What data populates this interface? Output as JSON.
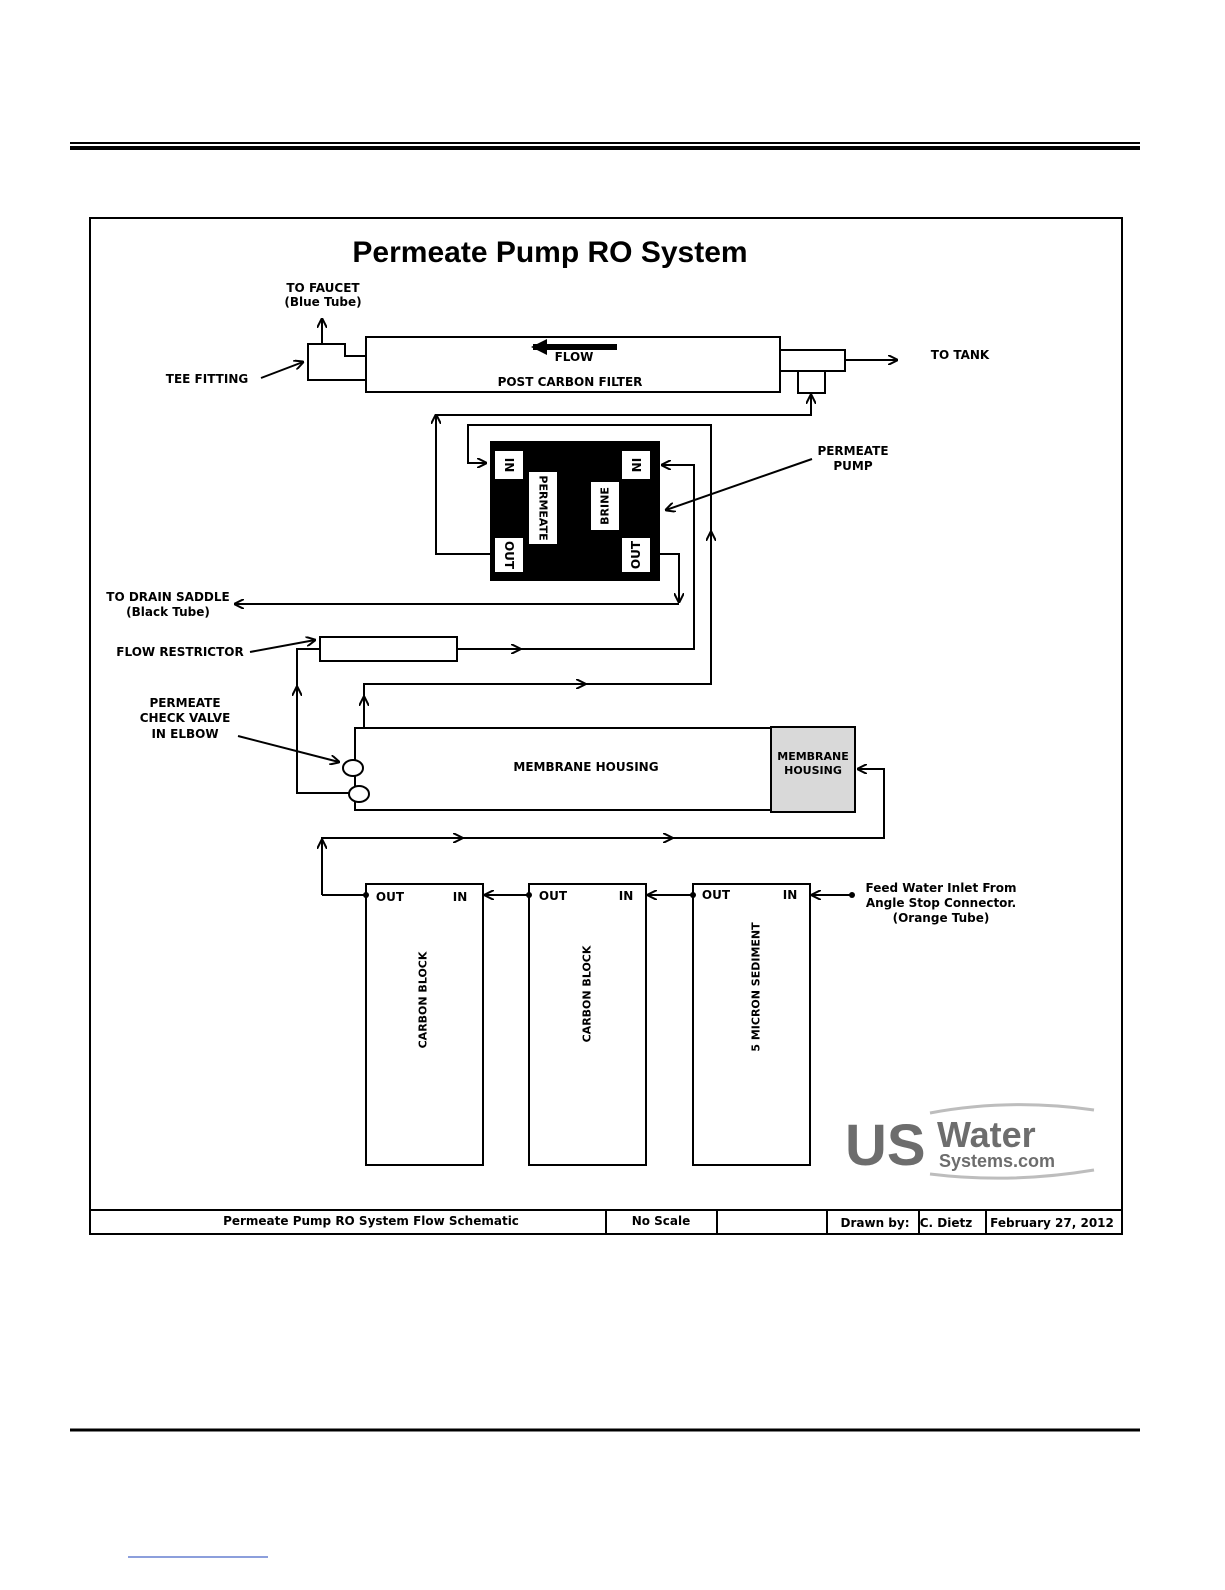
{
  "diagram": {
    "title": "Permeate Pump RO System",
    "labels": {
      "to_faucet": "TO  FAUCET",
      "to_faucet_sub": "(Blue Tube)",
      "tee_fitting": "TEE FITTING",
      "flow": "FLOW",
      "post_carbon_filter": "POST CARBON FILTER",
      "to_tank": "TO TANK",
      "permeate_pump_1": "PERMEATE",
      "permeate_pump_2": "PUMP",
      "pump_in_left": "IN",
      "pump_in_right": "IN",
      "pump_out_left": "OUT",
      "pump_out_right": "OUT",
      "pump_permeate": "PERMEATE",
      "pump_brine": "BRINE",
      "to_drain_1": "TO DRAIN SADDLE",
      "to_drain_2": "(Black Tube)",
      "flow_restrictor": "FLOW RESTRICTOR",
      "check_valve_1": "PERMEATE",
      "check_valve_2": "CHECK VALVE",
      "check_valve_3": "IN ELBOW",
      "membrane_housing": "MEMBRANE HOUSING",
      "membrane_cap_1": "MEMBRANE",
      "membrane_cap_2": "HOUSING",
      "filter1_out": "OUT",
      "filter1_in": "IN",
      "filter1_name": "CARBON BLOCK",
      "filter2_out": "OUT",
      "filter2_in": "IN",
      "filter2_name": "CARBON BLOCK",
      "filter3_out": "OUT",
      "filter3_in": "IN",
      "filter3_name": "5 MICRON SEDIMENT",
      "feed_1": "Feed Water Inlet From",
      "feed_2": "Angle Stop Connector.",
      "feed_3": "(Orange Tube)"
    },
    "logo": {
      "us": "US",
      "water": "Water",
      "systems": "Systems.com"
    },
    "title_block": {
      "name": "Permeate Pump RO System Flow Schematic",
      "scale": "No Scale",
      "blank": "",
      "drawn_by_label": "Drawn by:",
      "drawn_by": "C. Dietz",
      "date": "February 27, 2012"
    }
  },
  "colors": {
    "ink": "#000000",
    "membrane_cap_fill": "#d9d9d9",
    "logo_gray": "#6d6d6d",
    "link_blue": "#1a3fb8"
  }
}
